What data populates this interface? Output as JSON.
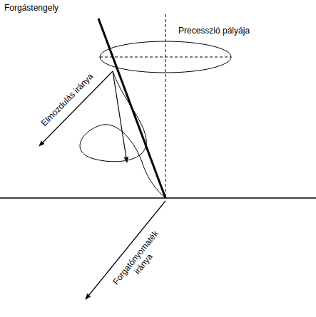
{
  "diagram": {
    "labels": [
      "Forgástengely",
      "Precesszió pályája",
      "Elmozdulás iránya",
      "Forgatónyomaték iránya"
    ]
  }
}
